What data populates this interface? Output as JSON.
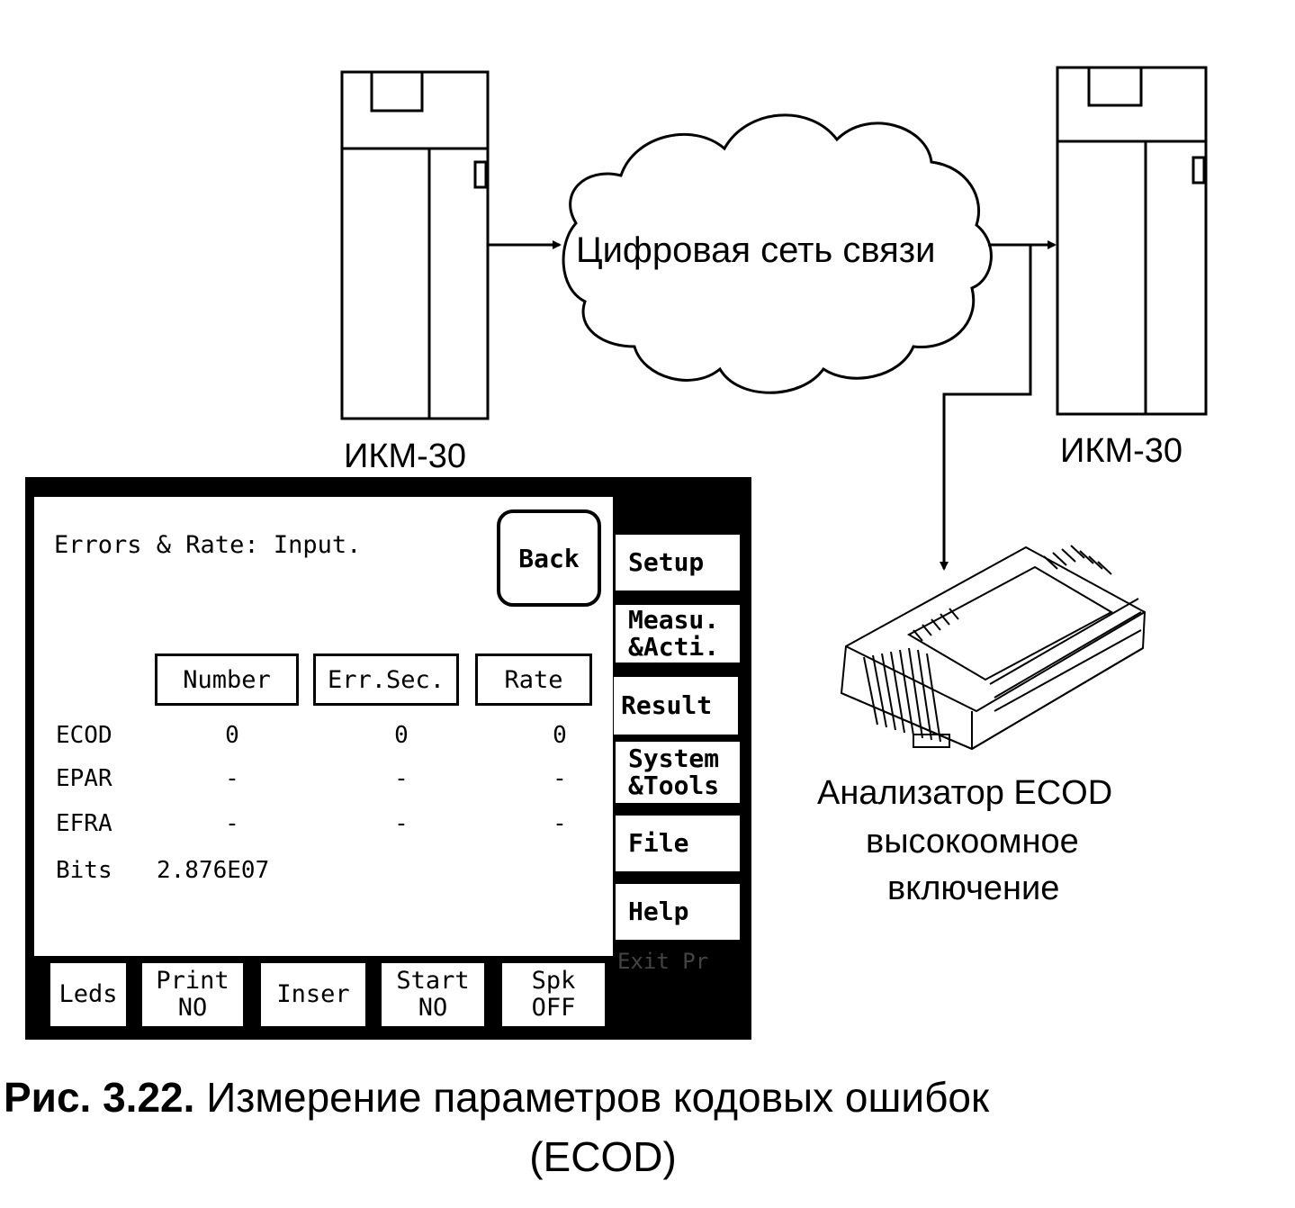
{
  "diagram": {
    "left_device_label": "ИКМ-30",
    "right_device_label": "ИКМ-30",
    "network_label": "Цифровая сеть связи",
    "analyzer_label_lines": [
      "Анализатор ECOD",
      "высокоомное",
      "включение"
    ]
  },
  "tester": {
    "title": "Errors & Rate: Input.",
    "back_label": "Back",
    "columns": [
      "Number",
      "Err.Sec.",
      "Rate"
    ],
    "rows": [
      {
        "label": "ECOD",
        "values": [
          "0",
          "0",
          "0"
        ]
      },
      {
        "label": "EPAR",
        "values": [
          "-",
          "-",
          "-"
        ]
      },
      {
        "label": "EFRA",
        "values": [
          "-",
          "-",
          "-"
        ]
      }
    ],
    "bits": {
      "label": "Bits",
      "value": "2.876E07"
    },
    "side_menu": [
      {
        "lines": [
          "Setup"
        ]
      },
      {
        "lines": [
          "Measu.",
          "&Acti."
        ]
      },
      {
        "lines": [
          "Result"
        ],
        "active": true
      },
      {
        "lines": [
          "System",
          "&Tools"
        ]
      },
      {
        "lines": [
          "File"
        ]
      },
      {
        "lines": [
          "Help"
        ]
      }
    ],
    "exit_text": "Exit Pr",
    "soft_keys": [
      {
        "lines": [
          "Leds"
        ]
      },
      {
        "lines": [
          "Print",
          "NO"
        ]
      },
      {
        "lines": [
          "Inser"
        ]
      },
      {
        "lines": [
          "Start",
          "NO"
        ]
      },
      {
        "lines": [
          "Spk",
          "OFF"
        ]
      }
    ]
  },
  "caption": {
    "figure_number": "Рис. 3.22.",
    "text_line1": "Измерение параметров кодовых ошибок",
    "text_line2": "(ECOD)"
  }
}
